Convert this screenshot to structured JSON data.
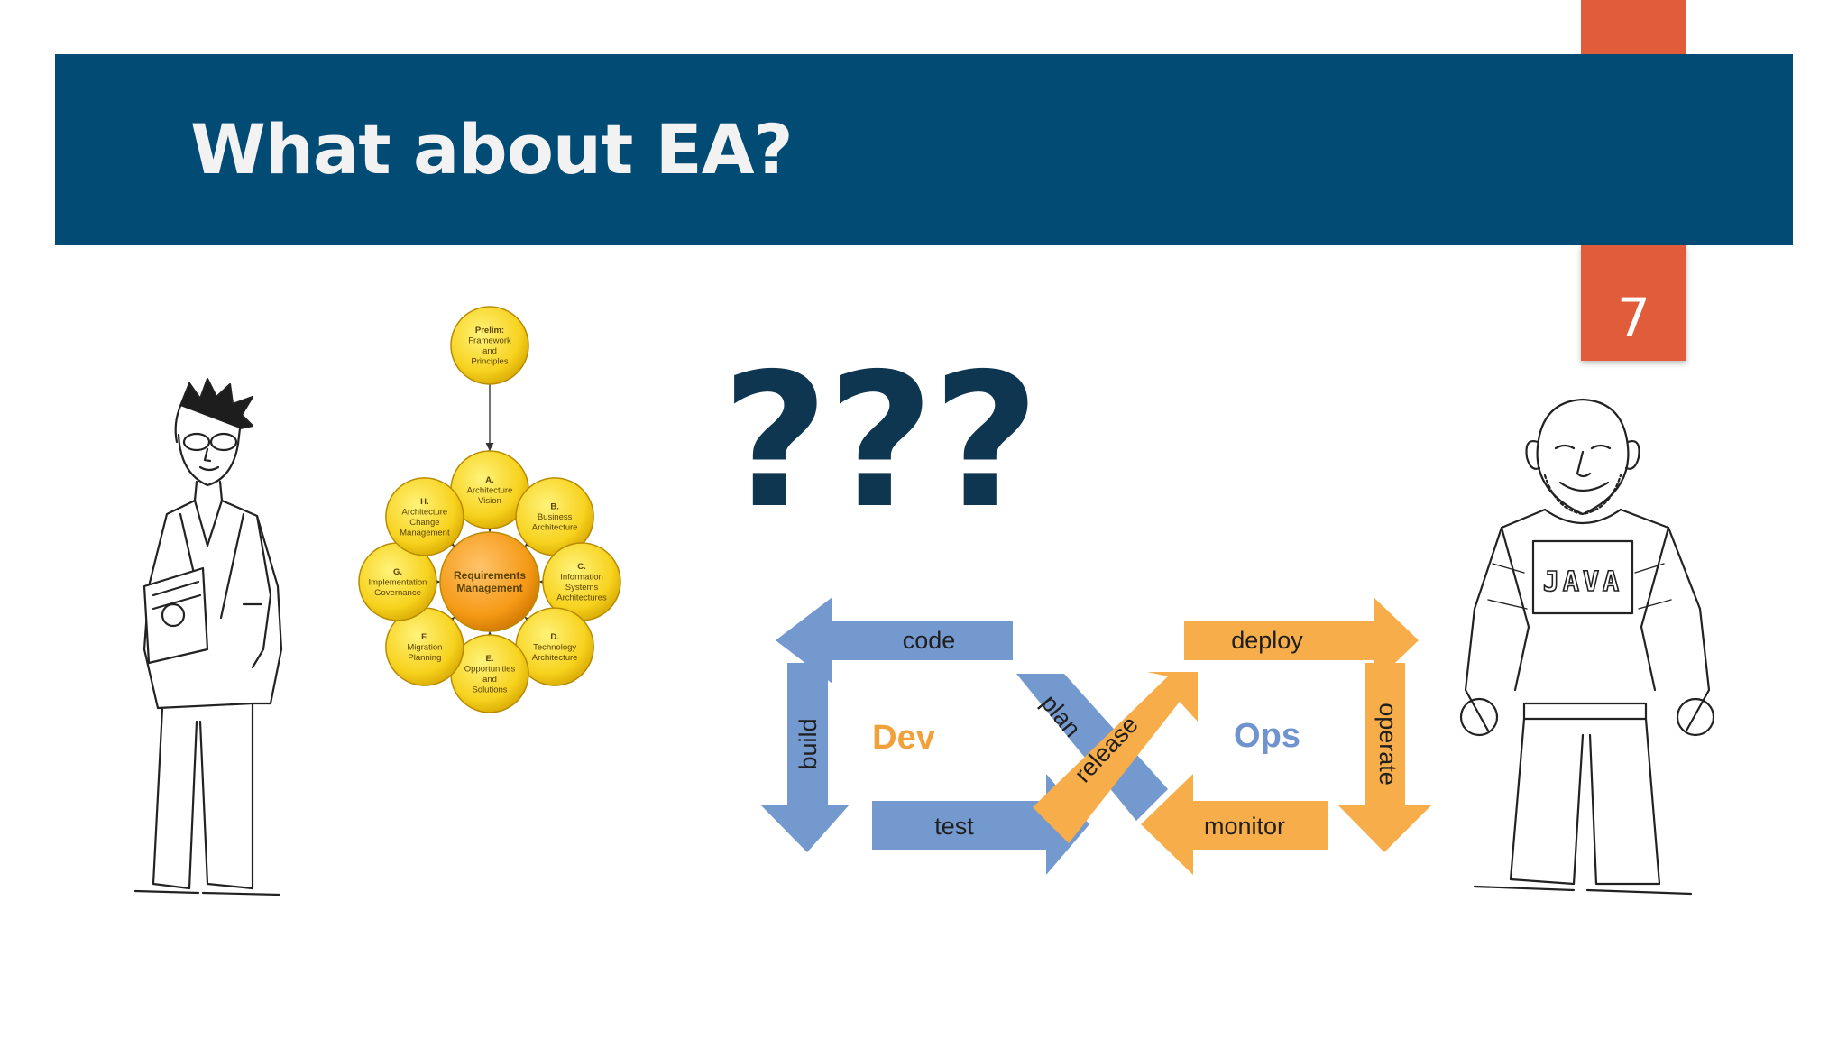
{
  "slide": {
    "title": "What about EA?",
    "number": "7",
    "question": "???",
    "colors": {
      "header": "#024b74",
      "accent": "#e05c3a",
      "question": "#0f3650"
    }
  },
  "togaf": {
    "center": {
      "title": "Requirements",
      "title2": "Management"
    },
    "prelim": {
      "lines": [
        "Prelim:",
        "Framework",
        "and",
        "Principles"
      ]
    },
    "phases": [
      {
        "id": "A",
        "lines": [
          "A.",
          "Architecture",
          "Vision"
        ]
      },
      {
        "id": "B",
        "lines": [
          "B.",
          "Business",
          "Architecture"
        ]
      },
      {
        "id": "C",
        "lines": [
          "C.",
          "Information",
          "Systems",
          "Architectures"
        ]
      },
      {
        "id": "D",
        "lines": [
          "D.",
          "Technology",
          "Architecture"
        ]
      },
      {
        "id": "E",
        "lines": [
          "E.",
          "Opportunities",
          "and",
          "Solutions"
        ]
      },
      {
        "id": "F",
        "lines": [
          "F.",
          "Migration",
          "Planning"
        ]
      },
      {
        "id": "G",
        "lines": [
          "G.",
          "Implementation",
          "Governance"
        ]
      },
      {
        "id": "H",
        "lines": [
          "H.",
          "Architecture",
          "Change",
          "Management"
        ]
      }
    ],
    "colors": {
      "phase": "#f7d21e",
      "center": "#f59a16"
    }
  },
  "devops": {
    "dev_label": "Dev",
    "ops_label": "Ops",
    "arrows": {
      "code": "code",
      "build": "build",
      "test": "test",
      "plan": "plan",
      "release": "release",
      "deploy": "deploy",
      "operate": "operate",
      "monitor": "monitor"
    },
    "colors": {
      "dev": "#7399cf",
      "ops": "#f7ad4a",
      "dev_text": "#f0a13a",
      "ops_text": "#6e93cf"
    }
  },
  "illustrations": {
    "left_character": "developer-figure",
    "right_character": "java-developer-figure",
    "shirt_text": "JAVA"
  }
}
